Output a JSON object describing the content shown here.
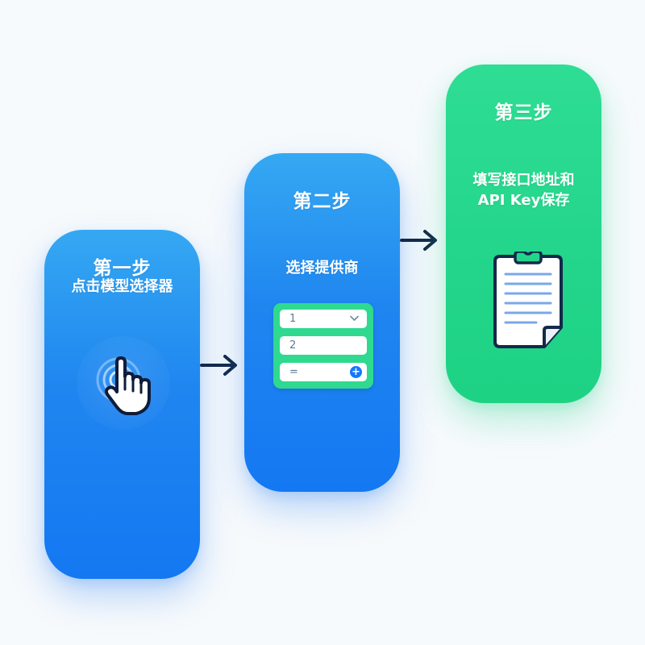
{
  "steps": [
    {
      "title": "第一步",
      "desc": "点击模型选择器",
      "icon": "touch-icon"
    },
    {
      "title": "第二步",
      "desc": "选择提供商",
      "icon": "dropdown-list-icon",
      "rows": [
        {
          "value": "1"
        },
        {
          "value": "2"
        },
        {
          "value": "="
        }
      ]
    },
    {
      "title": "第三步",
      "desc_line1": "填写接口地址和",
      "desc_line2": "API Key保存",
      "icon": "clipboard-icon"
    }
  ],
  "colors": {
    "blue": "#1f86f0",
    "green": "#22d58a",
    "arrow": "#13294b",
    "accent": "#1677ff"
  }
}
